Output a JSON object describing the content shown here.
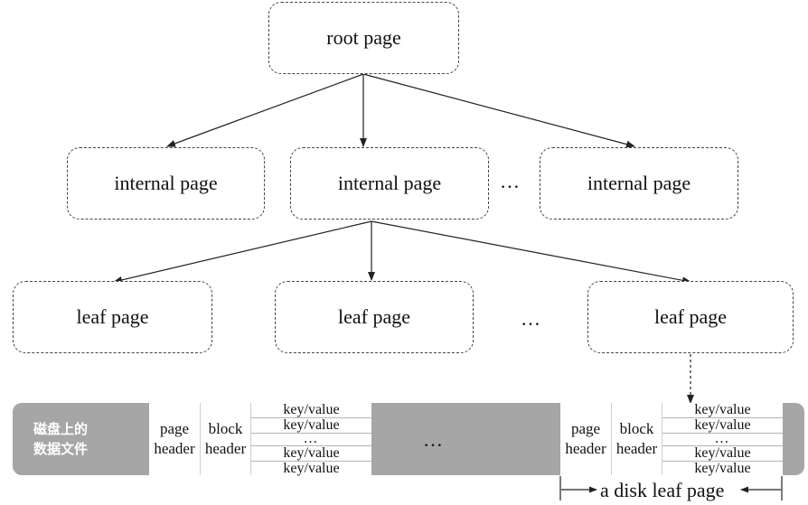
{
  "tree": {
    "root_label": "root page",
    "internal_labels": [
      "internal page",
      "internal page",
      "internal page"
    ],
    "internal_ellipsis": "…",
    "leaf_labels": [
      "leaf page",
      "leaf page",
      "leaf page"
    ],
    "leaf_ellipsis": "…"
  },
  "disk": {
    "label_line1": "磁盘上的",
    "label_line2": "数据文件",
    "block1": {
      "page_header_1": "page",
      "page_header_2": "header",
      "block_header_1": "block",
      "block_header_2": "header",
      "kv": [
        "key/value",
        "key/value",
        "…",
        "key/value",
        "key/value"
      ]
    },
    "middle_ellipsis": "…",
    "block2": {
      "page_header_1": "page",
      "page_header_2": "header",
      "block_header_1": "block",
      "block_header_2": "header",
      "kv": [
        "key/value",
        "key/value",
        "…",
        "key/value",
        "key/value"
      ]
    },
    "caption": "a disk leaf page"
  }
}
